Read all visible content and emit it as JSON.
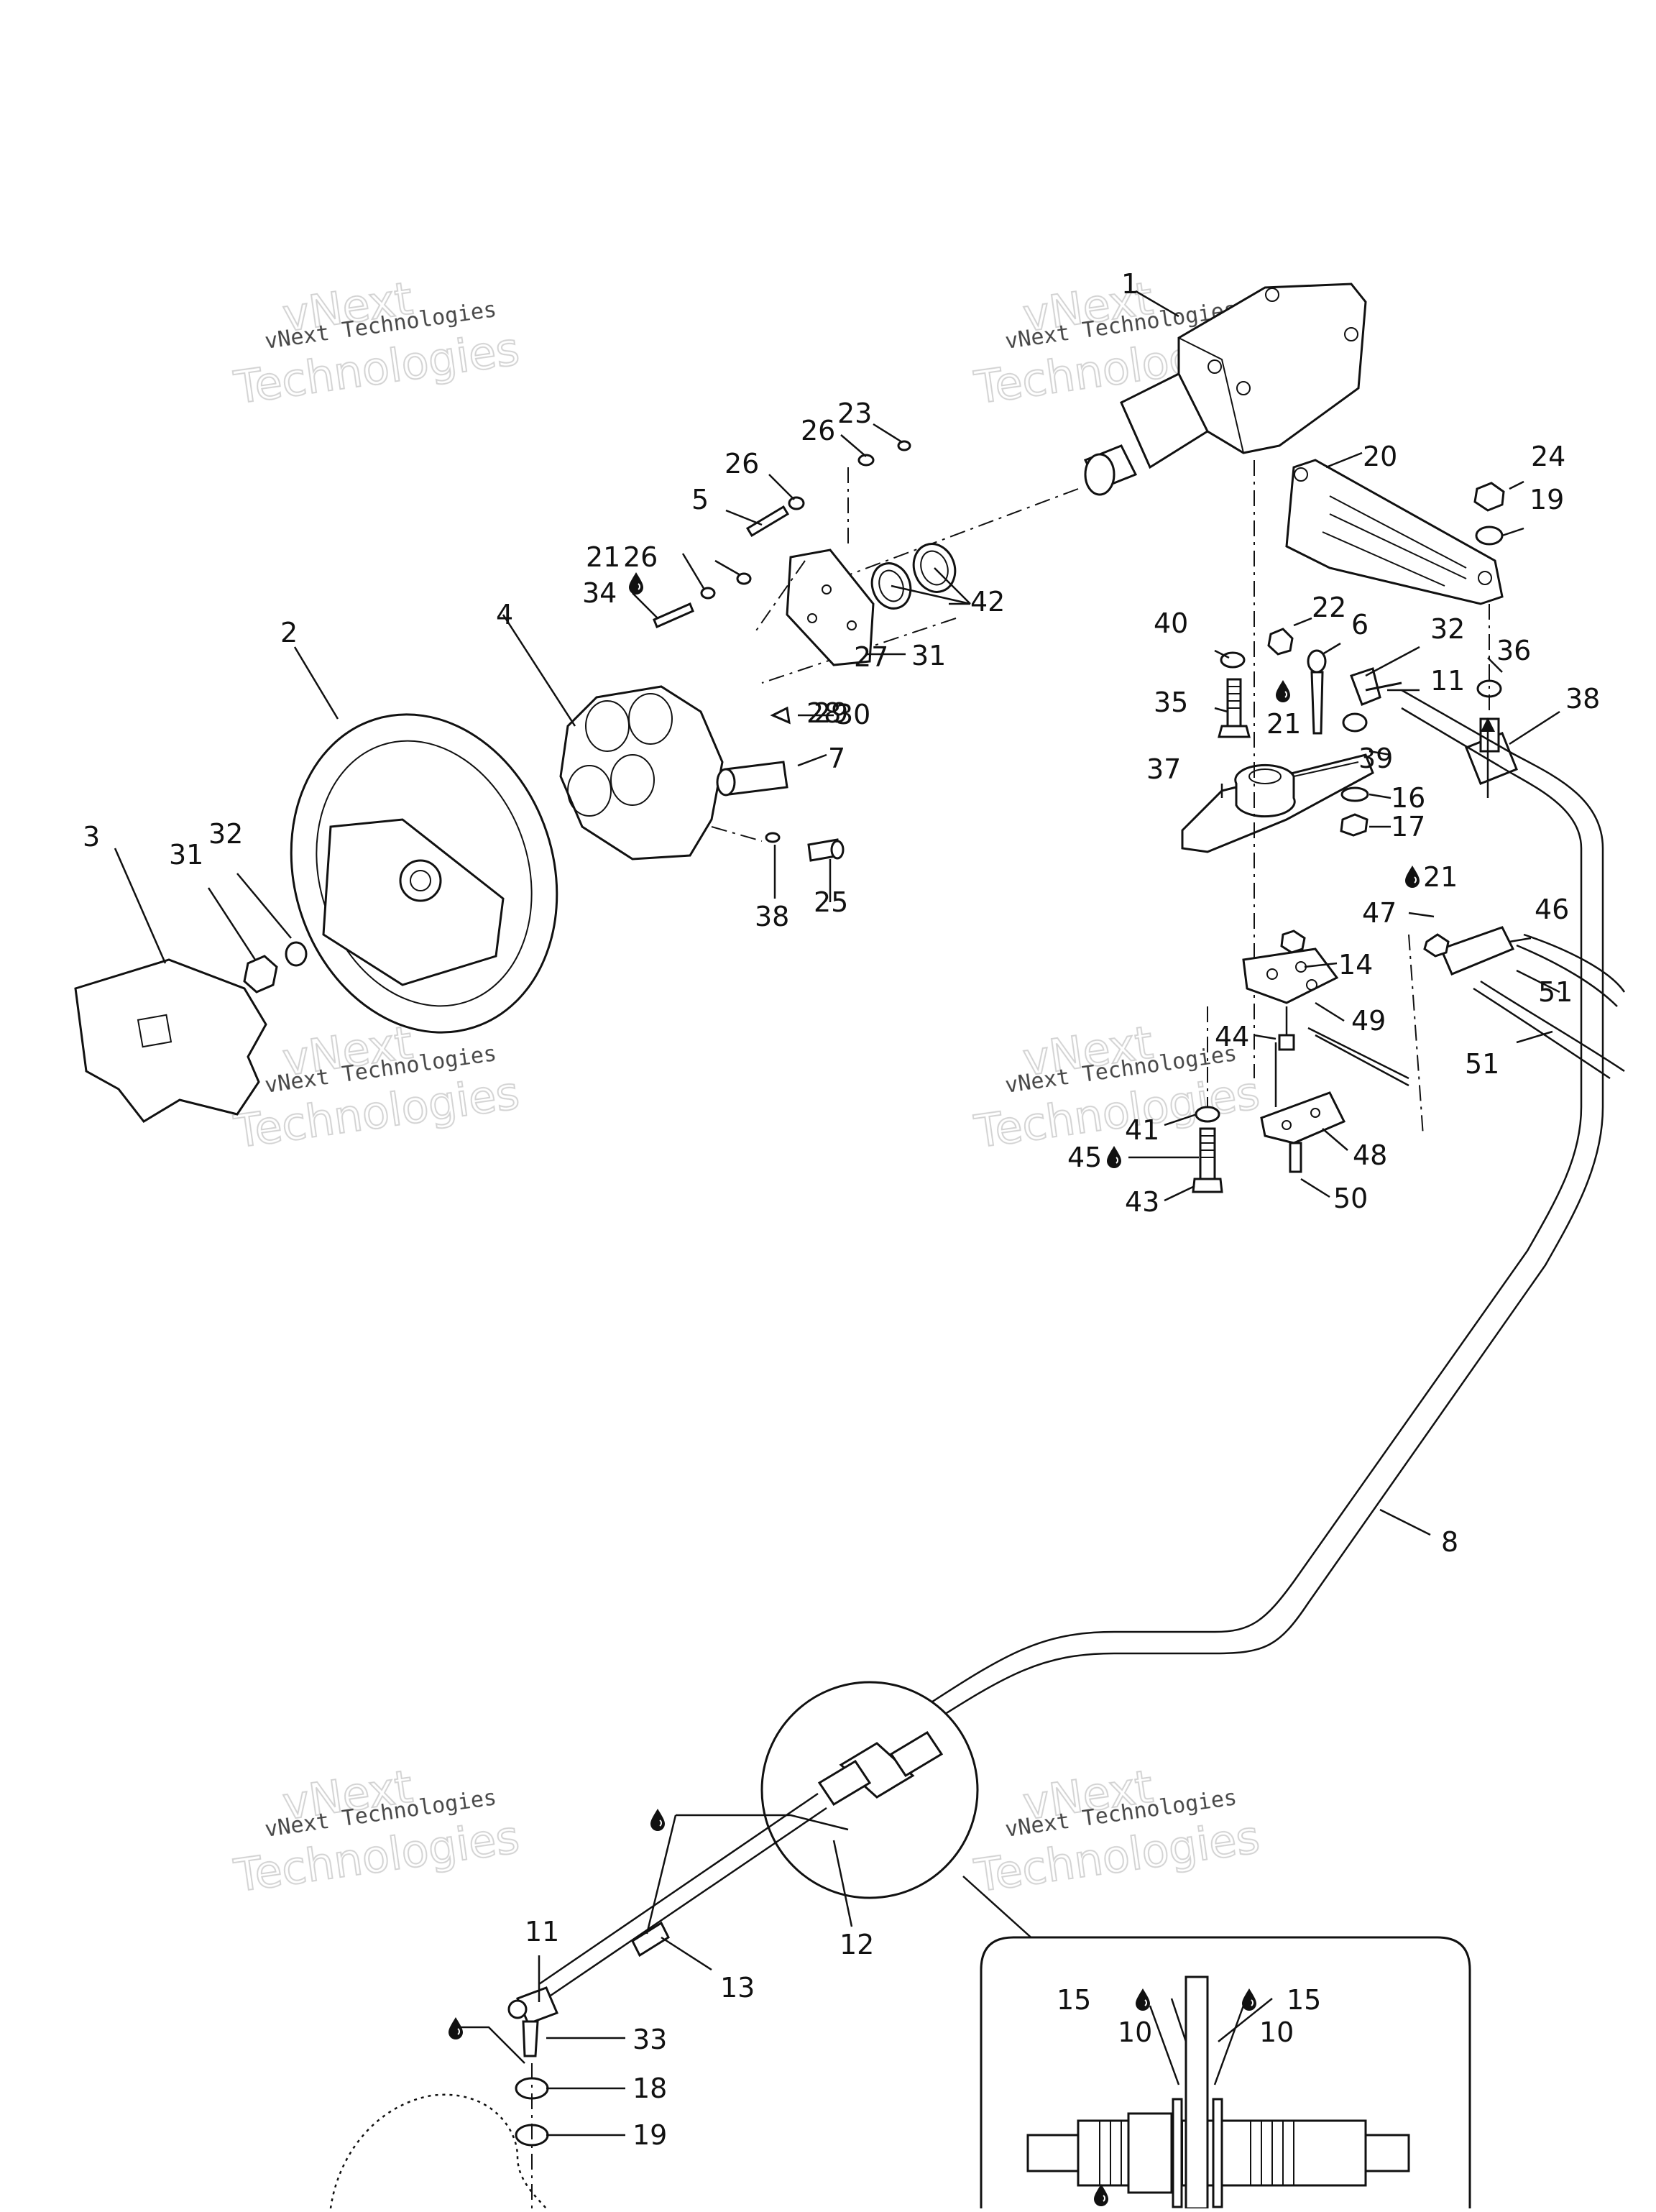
{
  "watermark": {
    "line1": "vNext Technologies",
    "line2": "vNext",
    "line3": "Technologies"
  },
  "callouts": [
    "1",
    "2",
    "3",
    "4",
    "5",
    "6",
    "7",
    "8",
    "10",
    "10",
    "11",
    "11",
    "12",
    "13",
    "14",
    "15",
    "15",
    "16",
    "17",
    "18",
    "19",
    "19",
    "20",
    "21",
    "21",
    "21",
    "22",
    "23",
    "24",
    "25",
    "26",
    "26",
    "26",
    "27",
    "28",
    "29",
    "30",
    "31",
    "31",
    "32",
    "32",
    "33",
    "34",
    "35",
    "36",
    "37",
    "38",
    "38",
    "39",
    "40",
    "41",
    "42",
    "43",
    "44",
    "45",
    "46",
    "47",
    "48",
    "49",
    "50",
    "51",
    "51"
  ],
  "drop_icon_name": "oil-drop-icon"
}
